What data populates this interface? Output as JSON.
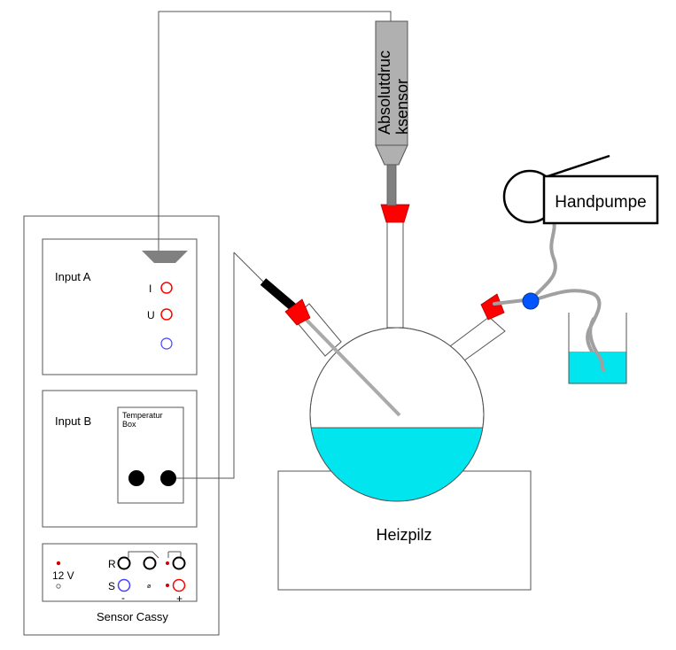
{
  "sensor_cassy": {
    "label": "Sensor Cassy",
    "input_a": {
      "label": "Input A",
      "socket_i": "I",
      "socket_u": "U"
    },
    "input_b": {
      "label": "Input B",
      "box_label_line1": "Temperatur",
      "box_label_line2": "Box"
    },
    "power": {
      "voltage": "12 V",
      "relay_r": "R",
      "relay_s": "S",
      "minus": "-",
      "plus": "+"
    }
  },
  "pressure_sensor": {
    "label_line1": "Absolutdruc",
    "label_line2": "ksensor"
  },
  "pump": {
    "label": "Handpumpe"
  },
  "heater": {
    "label": "Heizpilz"
  },
  "colors": {
    "liquid": "#00e5ee",
    "stopper_red": "#ff0000",
    "valve_blue": "#0055ff",
    "sensor_gray": "#b0b0b0",
    "socket_red": "#ff0000",
    "socket_blue": "#4040ff"
  }
}
